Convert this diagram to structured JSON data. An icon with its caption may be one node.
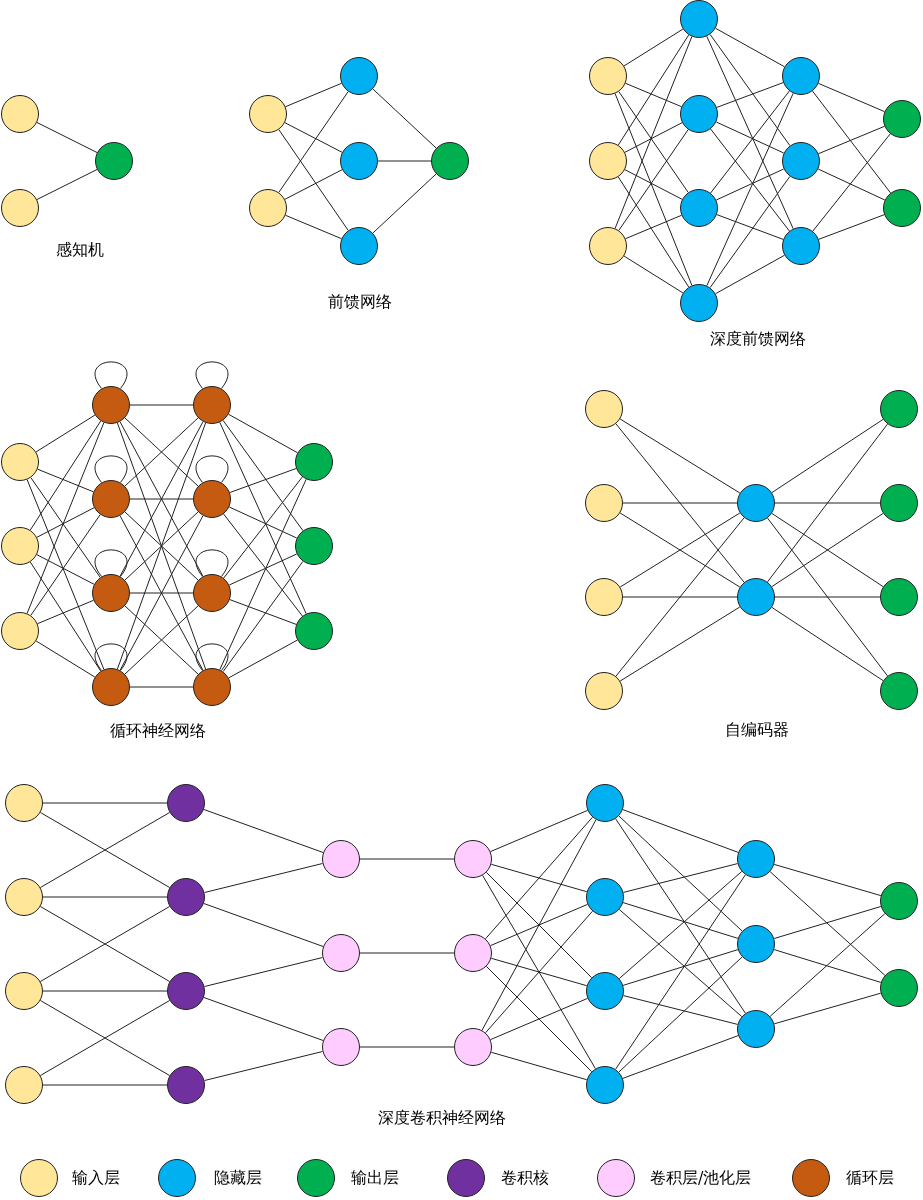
{
  "diagram": {
    "nodes": [
      {
        "text": [],
        "shape": "circle"
      },
      {
        "text": [],
        "shape": "circle"
      },
      {
        "text": [],
        "shape": "circle"
      },
      {
        "text": [],
        "shape": "circle"
      },
      {
        "text": [],
        "shape": "circle"
      },
      {
        "text": [],
        "shape": "circle"
      },
      {
        "text": [],
        "shape": "circle"
      },
      {
        "text": [],
        "shape": "circle"
      },
      {
        "text": [],
        "shape": "circle"
      },
      {
        "text": [],
        "shape": "circle"
      },
      {
        "text": [],
        "shape": "circle"
      },
      {
        "text": [],
        "shape": "circle"
      },
      {
        "text": [],
        "shape": "circle"
      },
      {
        "text": [],
        "shape": "circle"
      },
      {
        "text": [],
        "shape": "circle"
      },
      {
        "text": [],
        "shape": "circle"
      },
      {
        "text": [],
        "shape": "circle"
      },
      {
        "text": [],
        "shape": "circle"
      },
      {
        "text": [],
        "shape": "circle"
      },
      {
        "text": [],
        "shape": "circle"
      },
      {
        "text": [],
        "shape": "circle"
      },
      {
        "text": [],
        "shape": "circle"
      },
      {
        "text": [],
        "shape": "circle"
      },
      {
        "text": [],
        "shape": "circle"
      },
      {
        "text": [],
        "shape": "circle"
      },
      {
        "text": [],
        "shape": "circle"
      },
      {
        "text": [],
        "shape": "circle"
      },
      {
        "text": [],
        "shape": "circle"
      },
      {
        "text": [],
        "shape": "circle"
      },
      {
        "text": [],
        "shape": "circle"
      },
      {
        "text": [],
        "shape": "circle"
      },
      {
        "text": [],
        "shape": "circle"
      },
      {
        "text": [],
        "shape": "circle"
      },
      {
        "text": [],
        "shape": "circle"
      },
      {
        "text": [],
        "shape": "circle"
      },
      {
        "text": [],
        "shape": "circle"
      },
      {
        "text": [],
        "shape": "circle"
      },
      {
        "text": [],
        "shape": "circle"
      },
      {
        "text": [],
        "shape": "circle"
      },
      {
        "text": [],
        "shape": "circle"
      },
      {
        "text": [],
        "shape": "circle"
      },
      {
        "text": [],
        "shape": "circle"
      },
      {
        "text": [],
        "shape": "circle"
      },
      {
        "text": [],
        "shape": "circle"
      },
      {
        "text": [],
        "shape": "circle"
      },
      {
        "text": [],
        "shape": "circle"
      },
      {
        "text": [],
        "shape": "circle"
      },
      {
        "text": [],
        "shape": "circle"
      },
      {
        "text": [],
        "shape": "circle"
      },
      {
        "text": [],
        "shape": "circle"
      },
      {
        "text": [],
        "shape": "circle"
      },
      {
        "text": [],
        "shape": "circle"
      },
      {
        "text": [],
        "shape": "circle"
      },
      {
        "text": [],
        "shape": "circle"
      },
      {
        "text": [],
        "shape": "circle"
      },
      {
        "text": [],
        "shape": "circle"
      },
      {
        "text": [],
        "shape": "circle"
      },
      {
        "text": [],
        "shape": "circle"
      },
      {
        "text": [],
        "shape": "circle"
      },
      {
        "text": [],
        "shape": "circle"
      },
      {
        "text": [],
        "shape": "circle"
      },
      {
        "text": [],
        "shape": "circle"
      },
      {
        "text": [],
        "shape": "circle"
      },
      {
        "text": [],
        "shape": "circle"
      },
      {
        "text": [],
        "shape": "circle"
      },
      {
        "text": [],
        "shape": "circle"
      },
      {
        "text": [],
        "shape": "circle"
      },
      {
        "text": [],
        "shape": "circle"
      }
    ],
    "edges": [
      {
        "from": 0,
        "to": 2,
        "arrow": "none"
      },
      {
        "from": 1,
        "to": 2,
        "arrow": "none"
      },
      {
        "from": 3,
        "to": 5,
        "arrow": "none"
      },
      {
        "from": 3,
        "to": 6,
        "arrow": "none"
      },
      {
        "from": 3,
        "to": 7,
        "arrow": "none"
      },
      {
        "from": 4,
        "to": 5,
        "arrow": "none"
      },
      {
        "from": 4,
        "to": 6,
        "arrow": "none"
      },
      {
        "from": 4,
        "to": 7,
        "arrow": "none"
      },
      {
        "from": 5,
        "to": 8,
        "arrow": "none"
      },
      {
        "from": 6,
        "to": 8,
        "arrow": "none"
      },
      {
        "from": 7,
        "to": 8,
        "arrow": "none"
      },
      {
        "from": 9,
        "to": 12,
        "arrow": "none"
      },
      {
        "from": 9,
        "to": 13,
        "arrow": "none"
      },
      {
        "from": 9,
        "to": 14,
        "arrow": "none"
      },
      {
        "from": 9,
        "to": 15,
        "arrow": "none"
      },
      {
        "from": 10,
        "to": 12,
        "arrow": "none"
      },
      {
        "from": 10,
        "to": 13,
        "arrow": "none"
      },
      {
        "from": 10,
        "to": 14,
        "arrow": "none"
      },
      {
        "from": 10,
        "to": 15,
        "arrow": "none"
      },
      {
        "from": 11,
        "to": 12,
        "arrow": "none"
      },
      {
        "from": 11,
        "to": 13,
        "arrow": "none"
      },
      {
        "from": 11,
        "to": 14,
        "arrow": "none"
      },
      {
        "from": 11,
        "to": 15,
        "arrow": "none"
      },
      {
        "from": 12,
        "to": 16,
        "arrow": "none"
      },
      {
        "from": 12,
        "to": 17,
        "arrow": "none"
      },
      {
        "from": 12,
        "to": 18,
        "arrow": "none"
      },
      {
        "from": 13,
        "to": 16,
        "arrow": "none"
      },
      {
        "from": 13,
        "to": 17,
        "arrow": "none"
      },
      {
        "from": 13,
        "to": 18,
        "arrow": "none"
      },
      {
        "from": 14,
        "to": 16,
        "arrow": "none"
      },
      {
        "from": 14,
        "to": 17,
        "arrow": "none"
      },
      {
        "from": 14,
        "to": 18,
        "arrow": "none"
      },
      {
        "from": 15,
        "to": 16,
        "arrow": "none"
      },
      {
        "from": 15,
        "to": 17,
        "arrow": "none"
      },
      {
        "from": 15,
        "to": 18,
        "arrow": "none"
      },
      {
        "from": 16,
        "to": 19,
        "arrow": "none"
      },
      {
        "from": 16,
        "to": 20,
        "arrow": "none"
      },
      {
        "from": 17,
        "to": 19,
        "arrow": "none"
      },
      {
        "from": 17,
        "to": 20,
        "arrow": "none"
      },
      {
        "from": 18,
        "to": 19,
        "arrow": "none"
      },
      {
        "from": 18,
        "to": 20,
        "arrow": "none"
      },
      {
        "from": 21,
        "to": 24,
        "arrow": "none"
      },
      {
        "from": 21,
        "to": 25,
        "arrow": "none"
      },
      {
        "from": 21,
        "to": 26,
        "arrow": "none"
      },
      {
        "from": 21,
        "to": 27,
        "arrow": "none"
      },
      {
        "from": 22,
        "to": 24,
        "arrow": "none"
      },
      {
        "from": 22,
        "to": 25,
        "arrow": "none"
      },
      {
        "from": 22,
        "to": 26,
        "arrow": "none"
      },
      {
        "from": 22,
        "to": 27,
        "arrow": "none"
      },
      {
        "from": 23,
        "to": 24,
        "arrow": "none"
      },
      {
        "from": 23,
        "to": 25,
        "arrow": "none"
      },
      {
        "from": 23,
        "to": 26,
        "arrow": "none"
      },
      {
        "from": 23,
        "to": 27,
        "arrow": "none"
      },
      {
        "from": 24,
        "to": 24,
        "arrow": "none"
      },
      {
        "from": 25,
        "to": 25,
        "arrow": "none"
      },
      {
        "from": 26,
        "to": 26,
        "arrow": "none"
      },
      {
        "from": 27,
        "to": 27,
        "arrow": "none"
      },
      {
        "from": 24,
        "to": 28,
        "arrow": "none"
      },
      {
        "from": 24,
        "to": 29,
        "arrow": "none"
      },
      {
        "from": 24,
        "to": 30,
        "arrow": "none"
      },
      {
        "from": 24,
        "to": 31,
        "arrow": "none"
      },
      {
        "from": 25,
        "to": 28,
        "arrow": "none"
      },
      {
        "from": 25,
        "to": 29,
        "arrow": "none"
      },
      {
        "from": 25,
        "to": 30,
        "arrow": "none"
      },
      {
        "from": 25,
        "to": 31,
        "arrow": "none"
      },
      {
        "from": 26,
        "to": 28,
        "arrow": "none"
      },
      {
        "from": 26,
        "to": 29,
        "arrow": "none"
      },
      {
        "from": 26,
        "to": 30,
        "arrow": "none"
      },
      {
        "from": 26,
        "to": 31,
        "arrow": "none"
      },
      {
        "from": 27,
        "to": 28,
        "arrow": "none"
      },
      {
        "from": 27,
        "to": 29,
        "arrow": "none"
      },
      {
        "from": 27,
        "to": 30,
        "arrow": "none"
      },
      {
        "from": 27,
        "to": 31,
        "arrow": "none"
      },
      {
        "from": 28,
        "to": 28,
        "arrow": "none"
      },
      {
        "from": 29,
        "to": 29,
        "arrow": "none"
      },
      {
        "from": 30,
        "to": 30,
        "arrow": "none"
      },
      {
        "from": 31,
        "to": 31,
        "arrow": "none"
      },
      {
        "from": 28,
        "to": 32,
        "arrow": "none"
      },
      {
        "from": 28,
        "to": 33,
        "arrow": "none"
      },
      {
        "from": 28,
        "to": 34,
        "arrow": "none"
      },
      {
        "from": 29,
        "to": 32,
        "arrow": "none"
      },
      {
        "from": 29,
        "to": 33,
        "arrow": "none"
      },
      {
        "from": 29,
        "to": 34,
        "arrow": "none"
      },
      {
        "from": 30,
        "to": 32,
        "arrow": "none"
      },
      {
        "from": 30,
        "to": 33,
        "arrow": "none"
      },
      {
        "from": 30,
        "to": 34,
        "arrow": "none"
      },
      {
        "from": 31,
        "to": 32,
        "arrow": "none"
      },
      {
        "from": 31,
        "to": 33,
        "arrow": "none"
      },
      {
        "from": 31,
        "to": 34,
        "arrow": "none"
      },
      {
        "from": 35,
        "to": 39,
        "arrow": "none"
      },
      {
        "from": 35,
        "to": 40,
        "arrow": "none"
      },
      {
        "from": 36,
        "to": 39,
        "arrow": "none"
      },
      {
        "from": 36,
        "to": 40,
        "arrow": "none"
      },
      {
        "from": 37,
        "to": 39,
        "arrow": "none"
      },
      {
        "from": 37,
        "to": 40,
        "arrow": "none"
      },
      {
        "from": 38,
        "to": 39,
        "arrow": "none"
      },
      {
        "from": 38,
        "to": 40,
        "arrow": "none"
      },
      {
        "from": 39,
        "to": 41,
        "arrow": "none"
      },
      {
        "from": 39,
        "to": 42,
        "arrow": "none"
      },
      {
        "from": 39,
        "to": 43,
        "arrow": "none"
      },
      {
        "from": 39,
        "to": 44,
        "arrow": "none"
      },
      {
        "from": 40,
        "to": 41,
        "arrow": "none"
      },
      {
        "from": 40,
        "to": 42,
        "arrow": "none"
      },
      {
        "from": 40,
        "to": 43,
        "arrow": "none"
      },
      {
        "from": 40,
        "to": 44,
        "arrow": "none"
      },
      {
        "from": 45,
        "to": 49,
        "arrow": "none"
      },
      {
        "from": 45,
        "to": 50,
        "arrow": "none"
      },
      {
        "from": 46,
        "to": 49,
        "arrow": "none"
      },
      {
        "from": 46,
        "to": 50,
        "arrow": "none"
      },
      {
        "from": 46,
        "to": 51,
        "arrow": "none"
      },
      {
        "from": 47,
        "to": 50,
        "arrow": "none"
      },
      {
        "from": 47,
        "to": 51,
        "arrow": "none"
      },
      {
        "from": 47,
        "to": 52,
        "arrow": "none"
      },
      {
        "from": 48,
        "to": 51,
        "arrow": "none"
      },
      {
        "from": 48,
        "to": 52,
        "arrow": "none"
      },
      {
        "from": 49,
        "to": 53,
        "arrow": "none"
      },
      {
        "from": 50,
        "to": 53,
        "arrow": "none"
      },
      {
        "from": 50,
        "to": 54,
        "arrow": "none"
      },
      {
        "from": 51,
        "to": 54,
        "arrow": "none"
      },
      {
        "from": 51,
        "to": 55,
        "arrow": "none"
      },
      {
        "from": 52,
        "to": 55,
        "arrow": "none"
      },
      {
        "from": 53,
        "to": 56,
        "arrow": "none"
      },
      {
        "from": 54,
        "to": 57,
        "arrow": "none"
      },
      {
        "from": 55,
        "to": 58,
        "arrow": "none"
      },
      {
        "from": 56,
        "to": 59,
        "arrow": "none"
      },
      {
        "from": 56,
        "to": 60,
        "arrow": "none"
      },
      {
        "from": 56,
        "to": 61,
        "arrow": "none"
      },
      {
        "from": 56,
        "to": 62,
        "arrow": "none"
      },
      {
        "from": 57,
        "to": 59,
        "arrow": "none"
      },
      {
        "from": 57,
        "to": 60,
        "arrow": "none"
      },
      {
        "from": 57,
        "to": 61,
        "arrow": "none"
      },
      {
        "from": 57,
        "to": 62,
        "arrow": "none"
      },
      {
        "from": 58,
        "to": 59,
        "arrow": "none"
      },
      {
        "from": 58,
        "to": 60,
        "arrow": "none"
      },
      {
        "from": 58,
        "to": 61,
        "arrow": "none"
      },
      {
        "from": 58,
        "to": 62,
        "arrow": "none"
      },
      {
        "from": 59,
        "to": 63,
        "arrow": "none"
      },
      {
        "from": 59,
        "to": 64,
        "arrow": "none"
      },
      {
        "from": 59,
        "to": 65,
        "arrow": "none"
      },
      {
        "from": 60,
        "to": 63,
        "arrow": "none"
      },
      {
        "from": 60,
        "to": 64,
        "arrow": "none"
      },
      {
        "from": 60,
        "to": 65,
        "arrow": "none"
      },
      {
        "from": 61,
        "to": 63,
        "arrow": "none"
      },
      {
        "from": 61,
        "to": 64,
        "arrow": "none"
      },
      {
        "from": 61,
        "to": 65,
        "arrow": "none"
      },
      {
        "from": 62,
        "to": 63,
        "arrow": "none"
      },
      {
        "from": 62,
        "to": 64,
        "arrow": "none"
      },
      {
        "from": 62,
        "to": 65,
        "arrow": "none"
      },
      {
        "from": 63,
        "to": 66,
        "arrow": "none"
      },
      {
        "from": 63,
        "to": 67,
        "arrow": "none"
      },
      {
        "from": 64,
        "to": 66,
        "arrow": "none"
      },
      {
        "from": 64,
        "to": 67,
        "arrow": "none"
      },
      {
        "from": 65,
        "to": 66,
        "arrow": "none"
      },
      {
        "from": 65,
        "to": 67,
        "arrow": "none"
      }
    ],
    "labels": [
      "感知机",
      "前馈网络",
      "深度前馈网络",
      "循环神经网络",
      "自编码器",
      "深度卷积神经网络"
    ],
    "legend": [
      {
        "text": "输入层",
        "color": "#ffe699"
      },
      {
        "text": "隐藏层",
        "color": "#00b0f0"
      },
      {
        "text": "输出层",
        "color": "#00b050"
      },
      {
        "text": "卷积核",
        "color": "#7030a0"
      },
      {
        "text": "卷积层/池化层",
        "color": "#ffccff"
      },
      {
        "text": "循环层",
        "color": "#c55a11"
      }
    ]
  }
}
